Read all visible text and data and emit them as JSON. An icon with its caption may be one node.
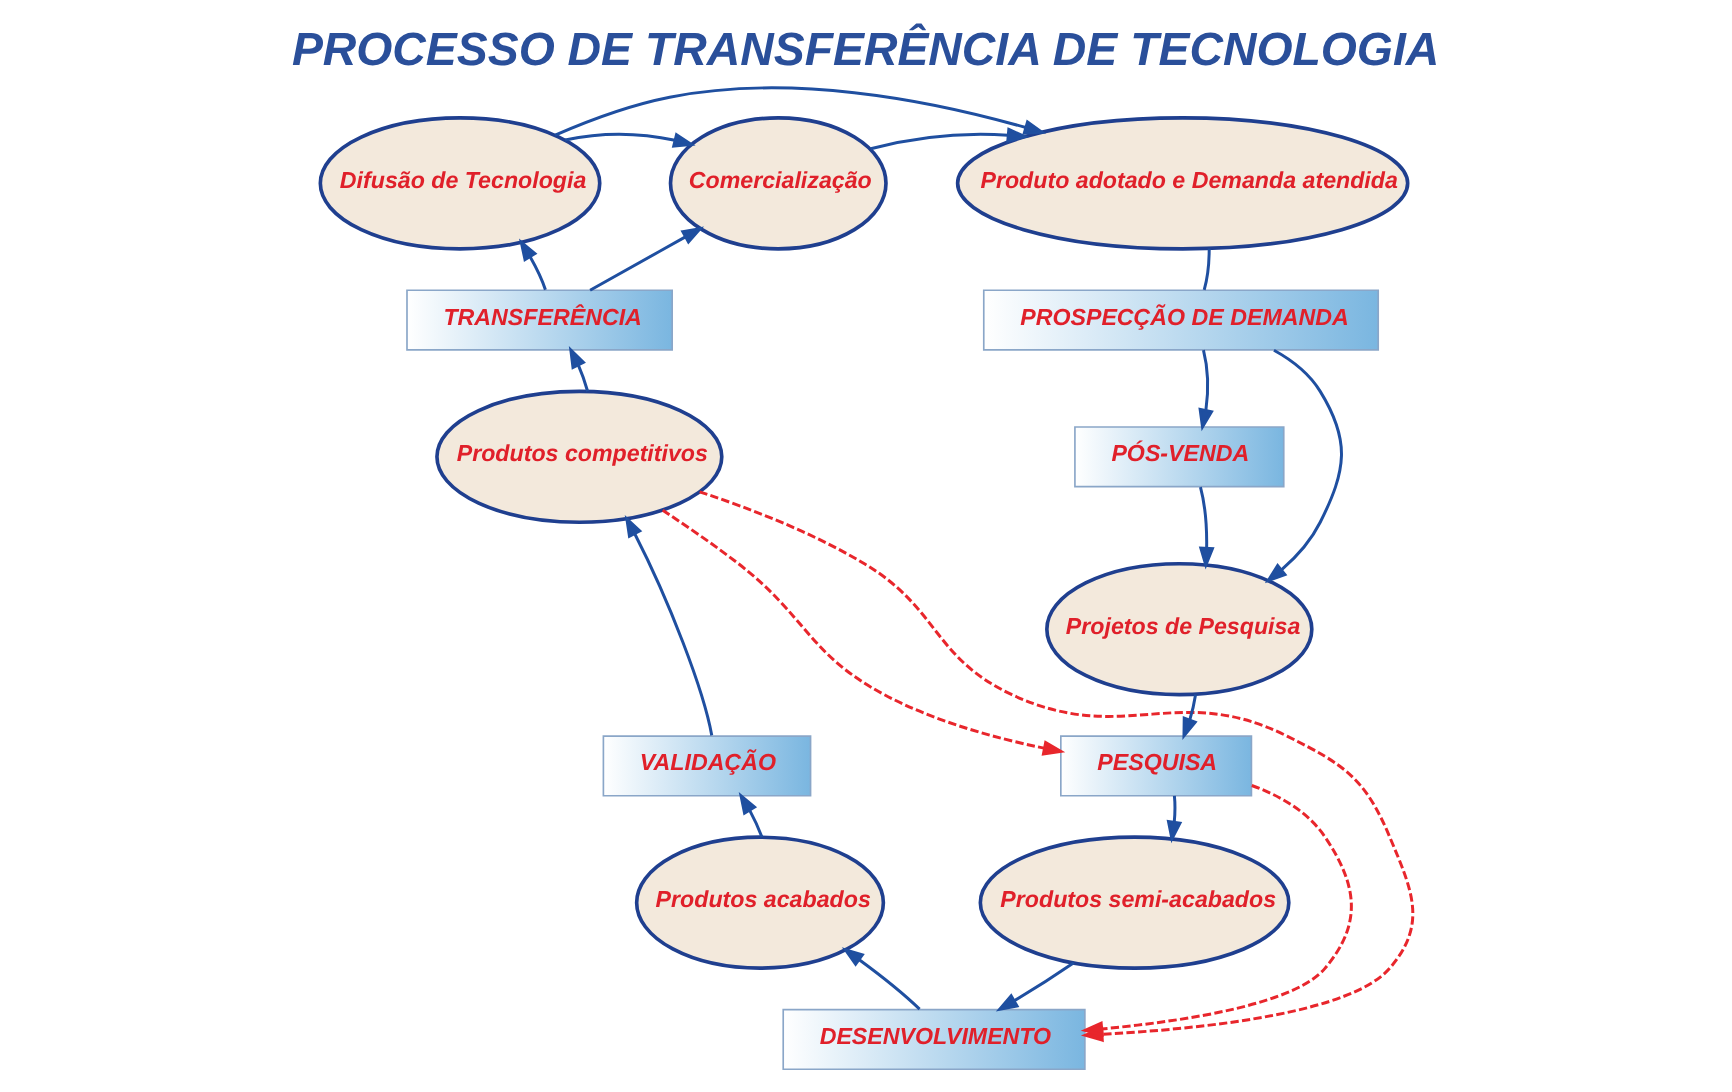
{
  "diagram": {
    "title": "PROCESSO DE TRANSFERÊNCIA DE TECNOLOGIA",
    "nodes": [
      {
        "text": [
          "Difusão de Tecnologia"
        ]
      },
      {
        "text": [
          "Comercialização"
        ]
      },
      {
        "text": [
          "Produto adotado e Demanda atendida"
        ]
      },
      {
        "text": [
          "TRANSFERÊNCIA"
        ]
      },
      {
        "text": [
          "PROSPECÇÃO DE DEMANDA"
        ]
      },
      {
        "text": [
          "PÓS-VENDA"
        ]
      },
      {
        "text": [
          "Produtos competitivos"
        ]
      },
      {
        "text": [
          "Projetos de Pesquisa"
        ]
      },
      {
        "text": [
          "VALIDAÇÃO"
        ]
      },
      {
        "text": [
          "PESQUISA"
        ]
      },
      {
        "text": [
          "Produtos acabados"
        ]
      },
      {
        "text": [
          "Produtos semi-acabados"
        ]
      },
      {
        "text": [
          "DESENVOLVIMENTO"
        ]
      }
    ],
    "edges": [
      {
        "from": 0,
        "to": 1,
        "arrow": "to"
      },
      {
        "from": 1,
        "to": 2,
        "arrow": "to"
      },
      {
        "from": 2,
        "to": 4,
        "arrow": "none"
      },
      {
        "from": 4,
        "to": 5,
        "arrow": "to"
      },
      {
        "from": 4,
        "to": 7,
        "arrow": "to"
      },
      {
        "from": 5,
        "to": 7,
        "arrow": "to"
      },
      {
        "from": 7,
        "to": 9,
        "arrow": "to"
      },
      {
        "from": 9,
        "to": 11,
        "arrow": "to"
      },
      {
        "from": 11,
        "to": 12,
        "arrow": "to"
      },
      {
        "from": 12,
        "to": 10,
        "arrow": "to"
      },
      {
        "from": 10,
        "to": 8,
        "arrow": "to"
      },
      {
        "from": 8,
        "to": 6,
        "arrow": "to"
      },
      {
        "from": 6,
        "to": 3,
        "arrow": "to"
      },
      {
        "from": 3,
        "to": 0,
        "arrow": "to"
      },
      {
        "from": 3,
        "to": 1,
        "arrow": "to"
      },
      {
        "from": 0,
        "to": 2,
        "arrow": "to"
      },
      {
        "from": 6,
        "to": 9,
        "arrow": "to",
        "style": "dashed",
        "color": "#e8262c"
      },
      {
        "from": 6,
        "to": 12,
        "arrow": "to",
        "style": "dashed",
        "color": "#e8262c"
      },
      {
        "from": 9,
        "to": 12,
        "arrow": "to",
        "style": "dashed",
        "color": "#e8262c"
      }
    ]
  }
}
